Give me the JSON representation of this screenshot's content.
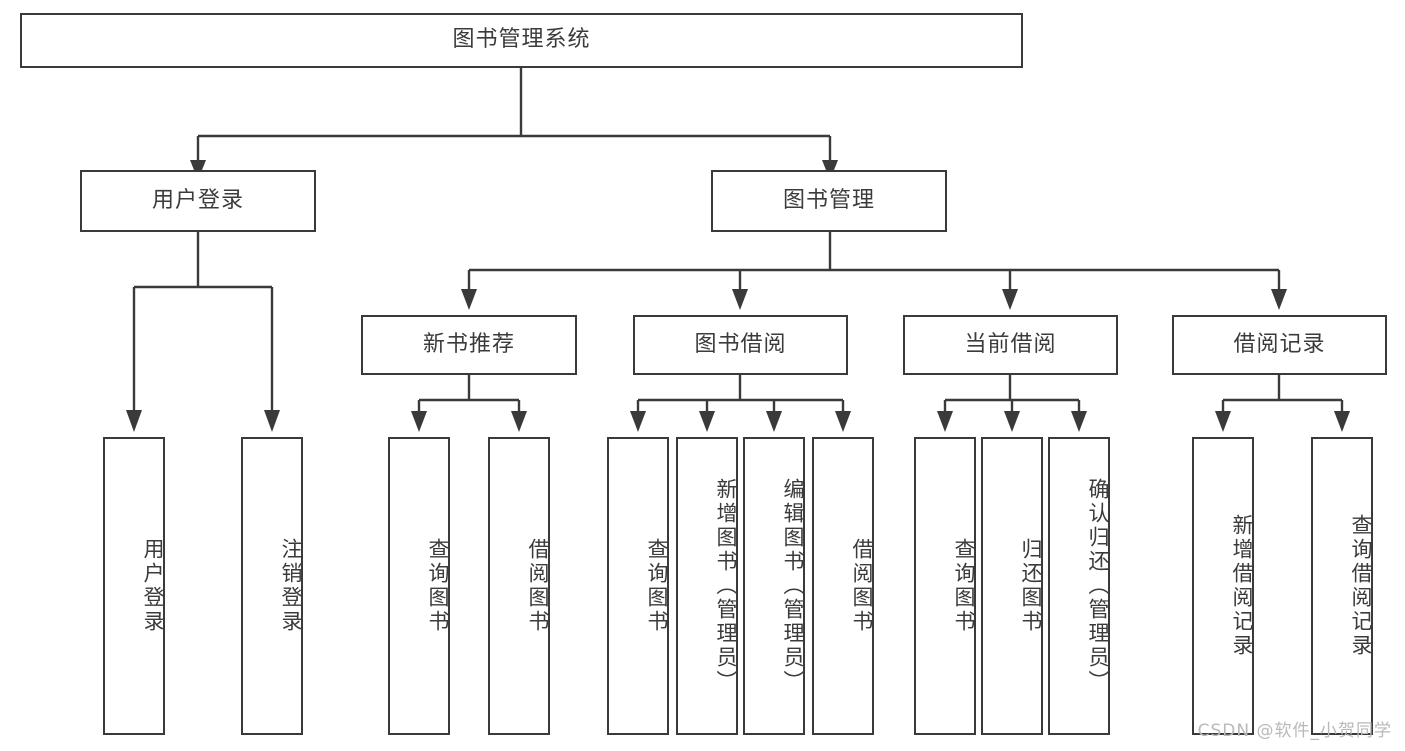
{
  "diagram": {
    "title": "图书管理系统",
    "type": "hierarchy-tree",
    "root": {
      "id": "root",
      "label": "图书管理系统"
    },
    "level2": [
      {
        "id": "user-login",
        "label": "用户登录"
      },
      {
        "id": "book-management",
        "label": "图书管理"
      }
    ],
    "level3": [
      {
        "id": "new-book-recommend",
        "label": "新书推荐"
      },
      {
        "id": "book-borrow",
        "label": "图书借阅"
      },
      {
        "id": "current-borrow",
        "label": "当前借阅"
      },
      {
        "id": "borrow-record",
        "label": "借阅记录"
      }
    ],
    "leaves": {
      "user_login": [
        {
          "id": "leaf-user-login",
          "label": "用户登录"
        },
        {
          "id": "leaf-logout-login",
          "label": "注销登录"
        }
      ],
      "new_book_recommend": [
        {
          "id": "leaf-query-book-1",
          "label": "查询图书"
        },
        {
          "id": "leaf-borrow-book-1",
          "label": "借阅图书"
        }
      ],
      "book_borrow": [
        {
          "id": "leaf-query-book-2",
          "label": "查询图书"
        },
        {
          "id": "leaf-add-book",
          "label": "新增图书（管理员）"
        },
        {
          "id": "leaf-edit-book",
          "label": "编辑图书（管理员）"
        },
        {
          "id": "leaf-borrow-book-2",
          "label": "借阅图书"
        }
      ],
      "current_borrow": [
        {
          "id": "leaf-query-book-3",
          "label": "查询图书"
        },
        {
          "id": "leaf-return-book",
          "label": "归还图书"
        },
        {
          "id": "leaf-confirm-return",
          "label": "确认归还（管理员）"
        }
      ],
      "borrow_record": [
        {
          "id": "leaf-add-borrow-record",
          "label": "新增借阅记录"
        },
        {
          "id": "leaf-query-borrow-record",
          "label": "查询借阅记录"
        }
      ]
    }
  },
  "watermark": {
    "text": "CSDN @软件_小贺同学"
  },
  "colors": {
    "stroke": "#3a3a3a",
    "text": "#3b3b3b",
    "background": "#ffffff",
    "watermark": "#b9b9b9"
  }
}
